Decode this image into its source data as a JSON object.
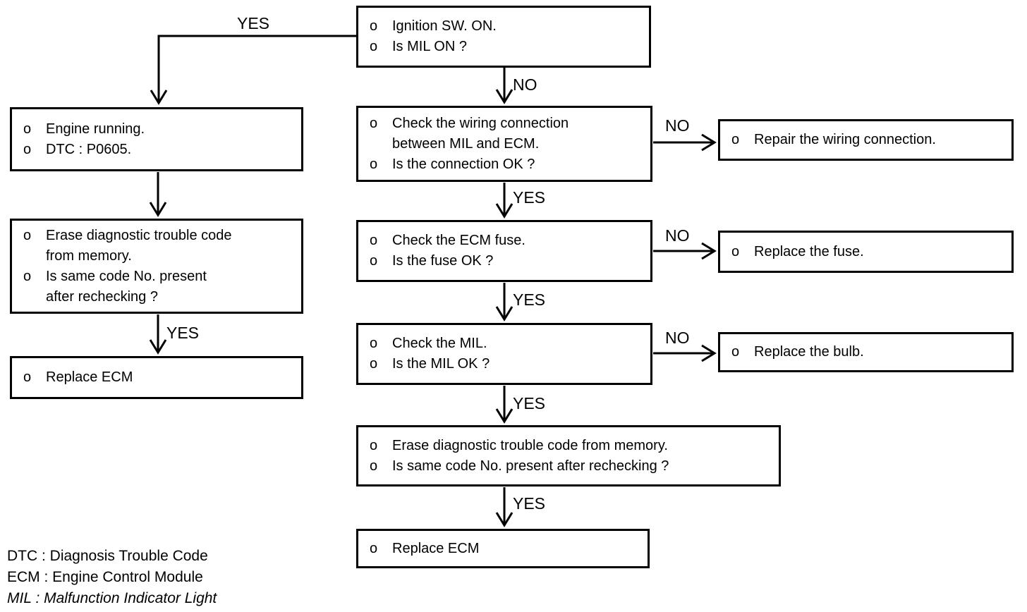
{
  "bullet": "o",
  "labels": {
    "yes": "YES",
    "no": "NO"
  },
  "nodes": {
    "start": {
      "rows": [
        "Ignition SW. ON.",
        "Is MIL ON ?"
      ]
    },
    "engine_running": {
      "rows": [
        "Engine running.",
        "DTC : P0605."
      ]
    },
    "erase_recheck_left": {
      "rows": [
        "Erase diagnostic trouble code",
        "from memory.",
        "Is same code No. present",
        "after rechecking ?"
      ]
    },
    "replace_ecm_left": {
      "rows": [
        "Replace ECM"
      ]
    },
    "check_wiring": {
      "rows": [
        "Check the wiring connection",
        "between MIL and ECM.",
        "Is the connection OK ?"
      ]
    },
    "check_fuse": {
      "rows": [
        "Check the ECM fuse.",
        "Is the fuse OK ?"
      ]
    },
    "check_mil": {
      "rows": [
        "Check the MIL.",
        "Is the MIL OK ?"
      ]
    },
    "erase_recheck": {
      "rows": [
        "Erase diagnostic trouble code from memory.",
        "Is same code No. present after rechecking ?"
      ]
    },
    "replace_ecm": {
      "rows": [
        "Replace ECM"
      ]
    },
    "repair_wiring": {
      "rows": [
        "Repair the wiring connection."
      ]
    },
    "replace_fuse": {
      "rows": [
        "Replace the fuse."
      ]
    },
    "replace_bulb": {
      "rows": [
        "Replace the bulb."
      ]
    }
  },
  "legend": [
    "DTC : Diagnosis Trouble Code",
    "ECM : Engine Control Module",
    "MIL : Malfunction Indicator Light"
  ],
  "colors": {
    "line": "#000000",
    "background": "#ffffff"
  }
}
